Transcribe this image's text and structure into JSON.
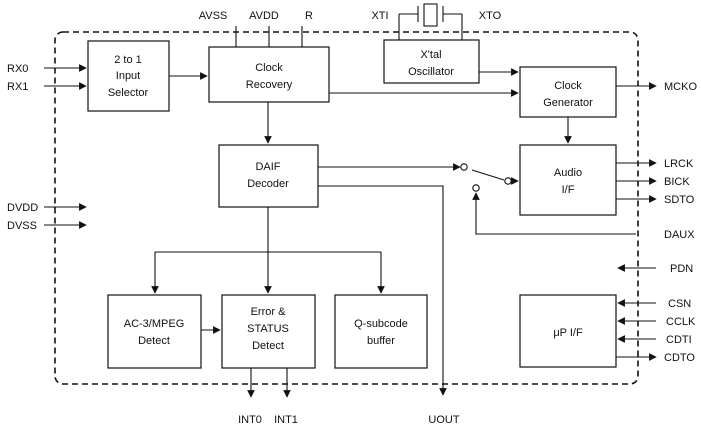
{
  "blocks": {
    "input_selector": [
      "2 to 1",
      "Input",
      "Selector"
    ],
    "clock_recovery": [
      "Clock",
      "Recovery"
    ],
    "xtal_osc": [
      "X'tal",
      "Oscillator"
    ],
    "clock_generator": [
      "Clock",
      "Generator"
    ],
    "daif_decoder": [
      "DAIF",
      "Decoder"
    ],
    "audio_if": [
      "Audio",
      "I/F"
    ],
    "ac3_detect": [
      "AC-3/MPEG",
      "Detect"
    ],
    "error_status": [
      "Error &",
      "STATUS",
      "Detect"
    ],
    "qsubcode": [
      "Q-subcode",
      "buffer"
    ],
    "up_if": [
      "μP I/F"
    ]
  },
  "pins": {
    "avss": "AVSS",
    "avdd": "AVDD",
    "r": "R",
    "xti": "XTI",
    "xto": "XTO",
    "rx0": "RX0",
    "rx1": "RX1",
    "dvdd": "DVDD",
    "dvss": "DVSS",
    "mcko": "MCKO",
    "lrck": "LRCK",
    "bick": "BICK",
    "sdto": "SDTO",
    "daux": "DAUX",
    "pdn": "PDN",
    "csn": "CSN",
    "cclk": "CCLK",
    "cdti": "CDTI",
    "cdto": "CDTO",
    "int0": "INT0",
    "int1": "INT1",
    "uout": "UOUT"
  }
}
